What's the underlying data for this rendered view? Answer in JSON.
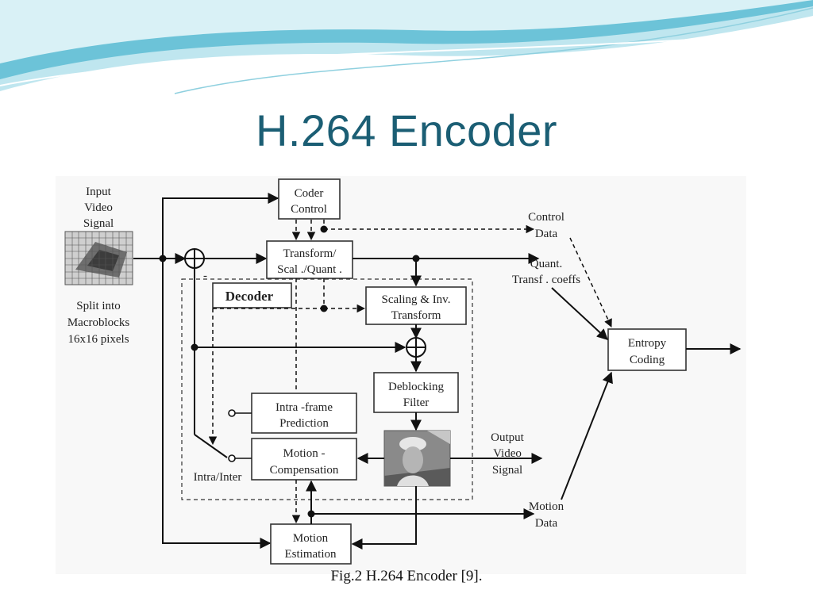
{
  "slide": {
    "title": "H.264 Encoder"
  },
  "caption": "Fig.2 H.264 Encoder [9].",
  "colors": {
    "title": "#1b5e74",
    "swoosh_light": "#bfe6ef",
    "swoosh_dark": "#5fb9d0"
  },
  "diagram": {
    "input_label": [
      "Input",
      "Video",
      "Signal"
    ],
    "split_label": [
      "Split into",
      "Macroblocks",
      "16x16  pixels"
    ],
    "coder_control": [
      "Coder",
      "Control"
    ],
    "transform": [
      "Transform/",
      "Scal ./Quant ."
    ],
    "decoder": "Decoder",
    "scaling": [
      "Scaling & Inv.",
      "Transform"
    ],
    "deblocking": [
      "Deblocking",
      "Filter"
    ],
    "intra": [
      "Intra -frame",
      "Prediction"
    ],
    "motion_comp": [
      "Motion -",
      "Compensation"
    ],
    "motion_est": [
      "Motion",
      "Estimation"
    ],
    "entropy": [
      "Entropy",
      "Coding"
    ],
    "control_data": [
      "Control",
      "Data"
    ],
    "quant": [
      "Quant.",
      "Transf .  coeffs"
    ],
    "output": [
      "Output",
      "Video",
      "Signal"
    ],
    "motion_data": [
      "Motion",
      "Data"
    ],
    "intra_inter": "Intra/Inter",
    "minus": "-"
  }
}
